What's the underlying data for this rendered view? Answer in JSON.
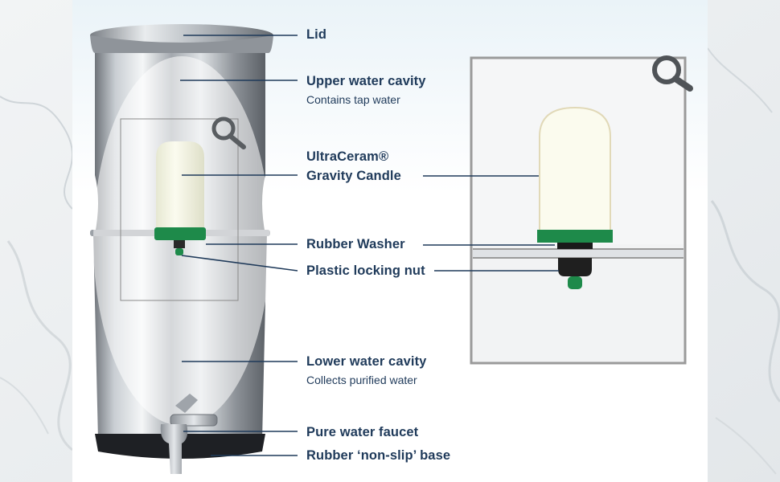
{
  "labels": {
    "lid": "Lid",
    "upper_cavity": "Upper water cavity",
    "upper_cavity_sub": "Contains tap water",
    "candle_line1": "UltraCeram®",
    "candle_line2": "Gravity Candle",
    "rubber_washer": "Rubber Washer",
    "locking_nut": "Plastic locking nut",
    "lower_cavity": "Lower water cavity",
    "lower_cavity_sub": "Collects purified water",
    "faucet": "Pure water faucet",
    "base": "Rubber ‘non-slip’ base"
  },
  "icons": {
    "magnifier_small": "magnifier-icon",
    "magnifier_large": "magnifier-icon"
  },
  "colors": {
    "label_text": "#1f3a5a",
    "leader_line": "#1f3a5a",
    "washer_green": "#1e8a4a",
    "candle_cream": "#f6f6e4",
    "inset_border": "#9a9a9a"
  }
}
